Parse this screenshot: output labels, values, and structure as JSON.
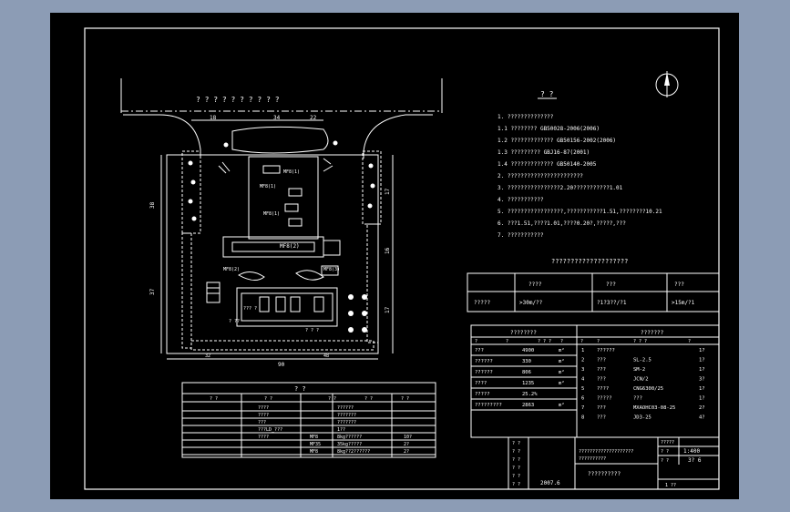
{
  "street": {
    "label": "? ? ? ? ? ? ? ? ? ?"
  },
  "dims": {
    "top_a": "18",
    "top_b": "34",
    "top_c": "22",
    "left_upper": "38",
    "left_lower": "37",
    "right_upper": "17",
    "right_mid": "16",
    "right_lower": "17",
    "bottom": "90",
    "inner_a": "32",
    "inner_b": "48"
  },
  "plan_labels": {
    "stall_upper": "MF8(1)",
    "stall_upper2": "MF8(1)",
    "stall_mid": "MF8(1)",
    "canopy": "MF8(2)",
    "office": "MF8(2)",
    "island_left": "MF8(2)",
    "island_right": "MF8(3)",
    "tank": "??? ?",
    "tank_label": "? ? ?",
    "pump_house": "? ??"
  },
  "notes": {
    "title": "? ?",
    "lines": [
      "1. ??????????????",
      "1.1 ???????? GB50028-2006(2006)",
      "1.2 ????????????? GB50156-2002(2006)",
      "1.3 ????????? GBJ16-87(2001)",
      "1.4 ????????????? GB50140-2005",
      "2. ???????????????????????",
      "3. ????????????????2.20???????????1.01",
      "4. ???????????",
      "5. ?????????????????,???????????1.51,????????10.21",
      "6. ???1.51,????1.01,????0.20?,?????,???",
      "7. ???????????"
    ]
  },
  "req_table": {
    "title": "????????????????????",
    "headers": [
      "????",
      "???",
      "???"
    ],
    "row_label": "?????",
    "values": [
      ">30m/??",
      "?1?3??/?1",
      ">15m/?1"
    ]
  },
  "tech_table": {
    "left_header": "????????",
    "right_header": "???????",
    "left_cols": [
      "?",
      "?",
      "? ? ?",
      "?"
    ],
    "right_cols": [
      "?",
      "?",
      "? ? ?",
      "?"
    ],
    "left_rows": [
      [
        "???",
        "4900",
        "m²"
      ],
      [
        "??????",
        "330",
        "m²"
      ],
      [
        "??????",
        "806",
        "m²"
      ],
      [
        "????",
        "1235",
        "m²"
      ],
      [
        "?????",
        "25.2%",
        ""
      ],
      [
        "?????????",
        "2863",
        "m²"
      ]
    ],
    "right_rows": [
      [
        "1",
        "??????",
        "",
        "1?"
      ],
      [
        "2",
        "???",
        "SL-2.5",
        "1?"
      ],
      [
        "3",
        "???",
        "SM-2",
        "1?"
      ],
      [
        "4",
        "???",
        "JCN/2",
        "3?"
      ],
      [
        "5",
        "????",
        "CNG6300/25",
        "1?"
      ],
      [
        "6",
        "?????",
        "???",
        "1?"
      ],
      [
        "7",
        "???",
        "MXAOHC03-08-25",
        "2?"
      ],
      [
        "8",
        "???",
        "JD3-25",
        "4?"
      ]
    ]
  },
  "legend": {
    "title": "? ?",
    "headers": [
      "? ?",
      "? ?",
      "? ?",
      "? ?",
      "? ?"
    ],
    "rows": [
      [
        "????",
        "",
        "??????",
        ""
      ],
      [
        "????",
        "",
        "???????",
        ""
      ],
      [
        "???",
        "",
        "???????",
        ""
      ],
      [
        "???LD_???",
        "",
        "1??",
        ""
      ],
      [
        "????",
        "MF8",
        "8kg??????",
        "10?"
      ],
      [
        "",
        "MF35",
        "35kg?????",
        "2?"
      ],
      [
        "",
        "MF8",
        "8kg??2??????",
        "2?"
      ]
    ]
  },
  "title_block": {
    "left_labels": [
      "? ?",
      "? ?",
      "? ?",
      "? ?",
      "? ?",
      "? ?"
    ],
    "date": "2007.6",
    "project_rows": [
      "????????????????????",
      "??????????"
    ],
    "drawing_name": "??????????",
    "scale_label": "? ?",
    "scale_value": "1:400",
    "sheet_label": "? ?",
    "sheet_value": "3? 6",
    "design_label": "?????",
    "sheet_no": "1 ??"
  }
}
